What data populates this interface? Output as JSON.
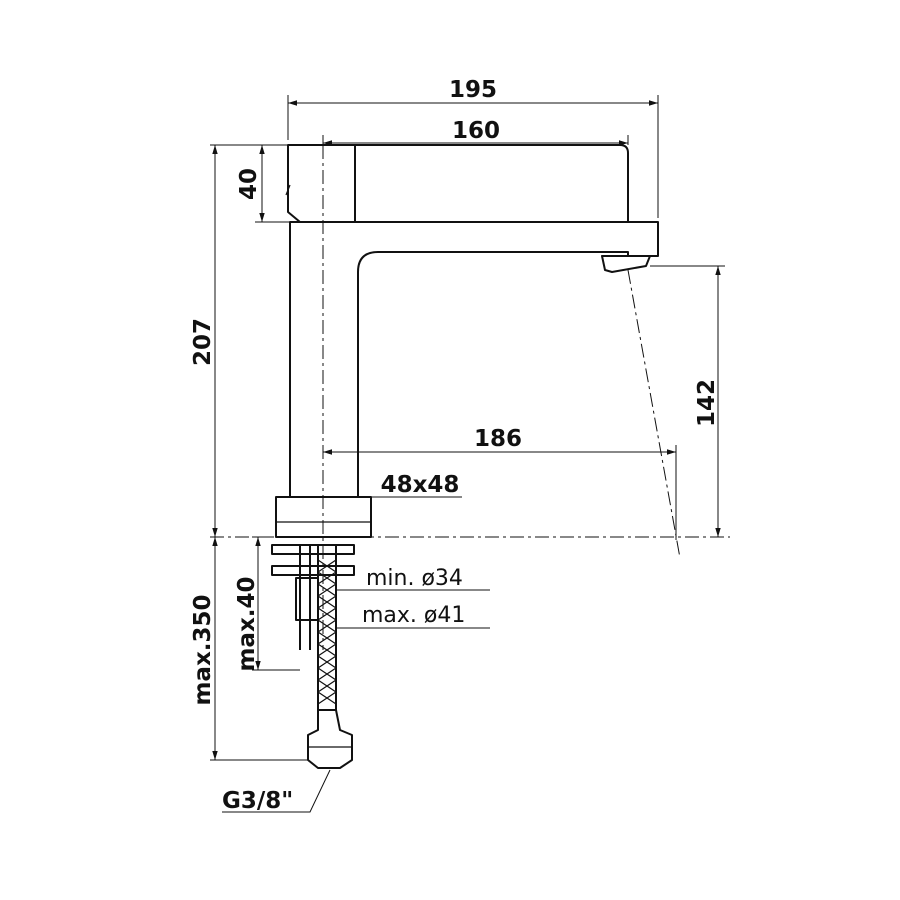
{
  "dimensions": {
    "overall_length": "195",
    "spout_length": "160",
    "handle_height": "40",
    "overall_height": "207",
    "spout_height": "142",
    "reach": "186",
    "base_size": "48x48",
    "max_installation_depth": "max.350",
    "max_deck_thickness": "max.40",
    "hole_min": "min. ø34",
    "hole_max": "max. ø41",
    "connection": "G3/8\""
  }
}
